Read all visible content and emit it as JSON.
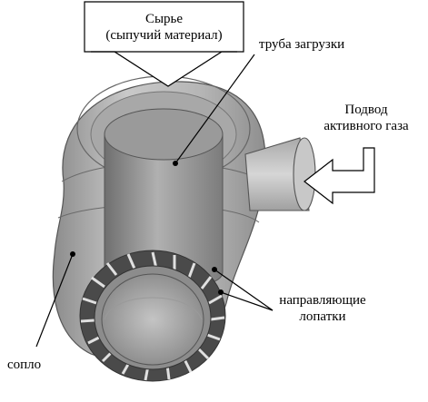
{
  "labels": {
    "raw_material_line1": "Сырье",
    "raw_material_line2": "(сыпучий материал)",
    "feed_pipe": "труба загрузки",
    "gas_inlet_line1": "Подвод",
    "gas_inlet_line2": "активного газа",
    "guide_vanes_line1": "направляющие",
    "guide_vanes_line2": "лопатки",
    "nozzle": "сопло"
  }
}
